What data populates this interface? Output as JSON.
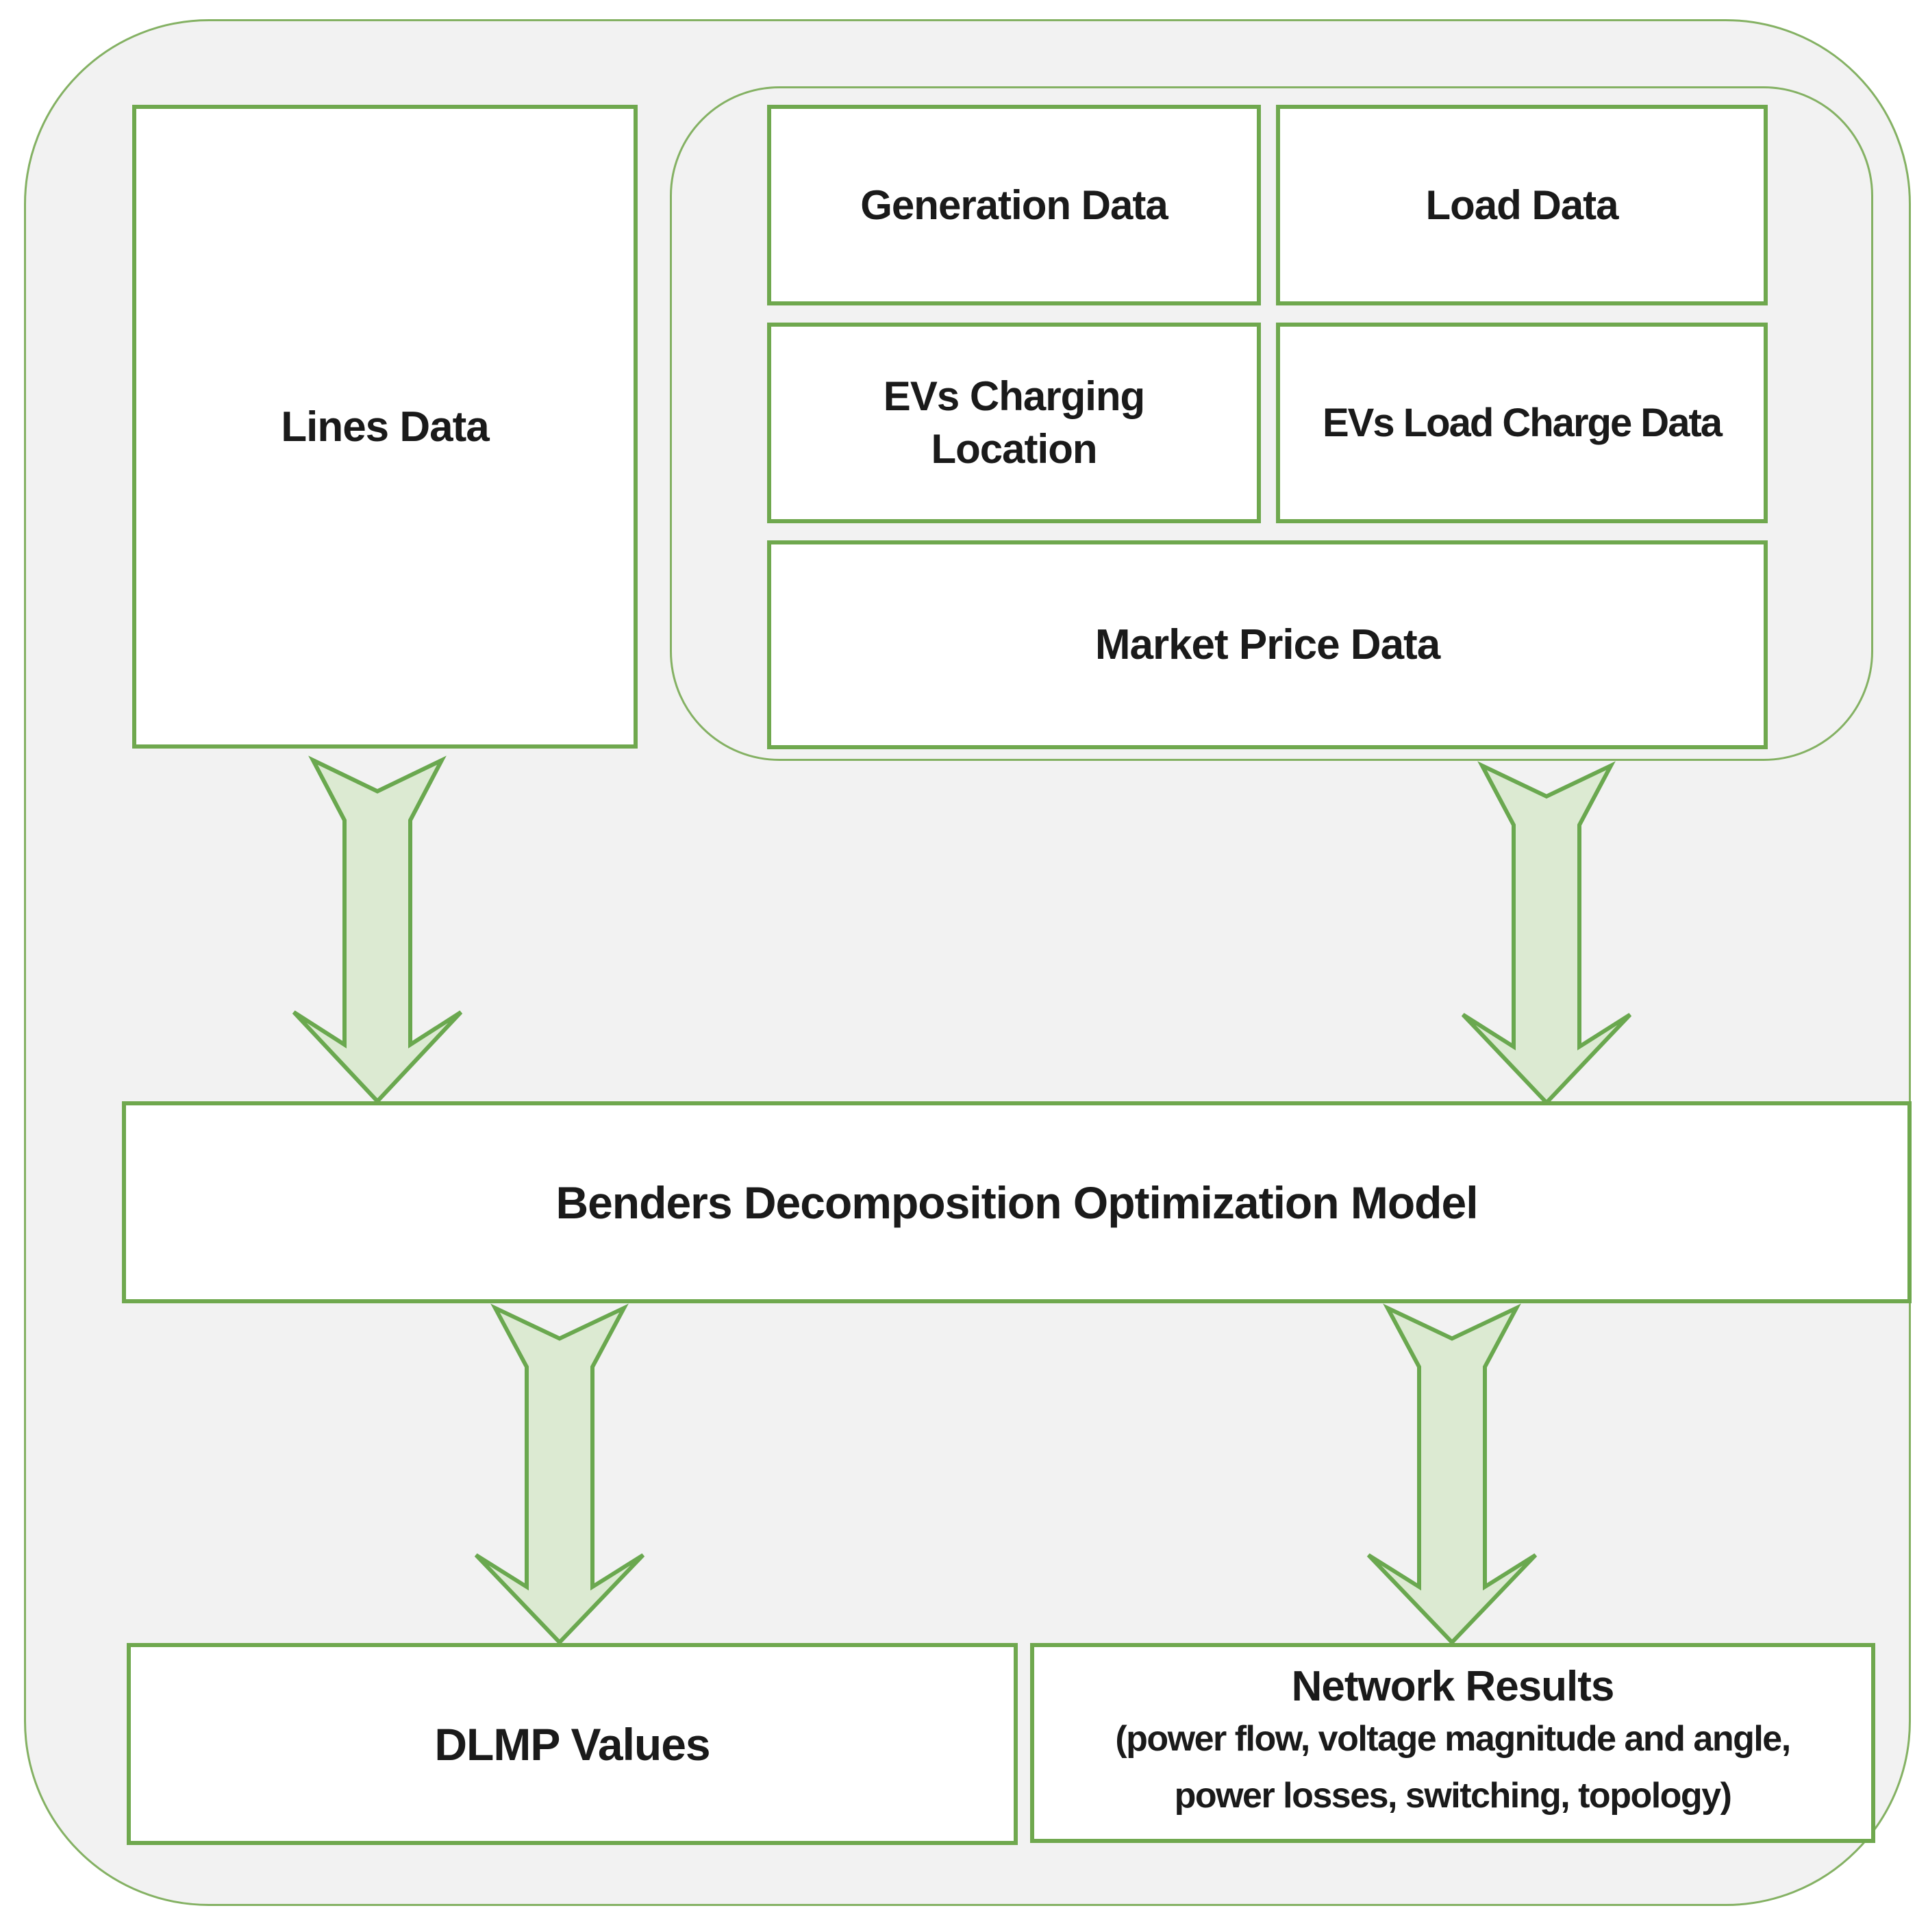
{
  "colors": {
    "background": "#f2f2f2",
    "page": "#ffffff",
    "box_border": "#6fa84e",
    "container_border": "#84b163",
    "arrow_fill": "#dcead2",
    "arrow_stroke": "#6aa84f",
    "text": "#1a1a1a"
  },
  "boxes": {
    "lines_data": {
      "label": "Lines Data"
    },
    "generation_data": {
      "label": "Generation Data"
    },
    "load_data": {
      "label": "Load Data"
    },
    "evs_charging_location": {
      "label": "EVs Charging Location"
    },
    "evs_load_charge_data": {
      "label": "EVs Load Charge Data"
    },
    "market_price_data": {
      "label": "Market Price Data"
    },
    "benders_model": {
      "label": "Benders Decomposition Optimization Model"
    },
    "dlmp_values": {
      "label": "DLMP Values"
    },
    "network_results": {
      "title": "Network Results",
      "subtitle_lines": [
        "(power flow, voltage magnitude and angle,",
        "power losses, switching, topology)"
      ]
    }
  },
  "arrows": [
    {
      "name": "arrow-lines-data-to-model"
    },
    {
      "name": "arrow-input-data-to-model"
    },
    {
      "name": "arrow-model-to-dlmp-values"
    },
    {
      "name": "arrow-model-to-network-results"
    }
  ]
}
